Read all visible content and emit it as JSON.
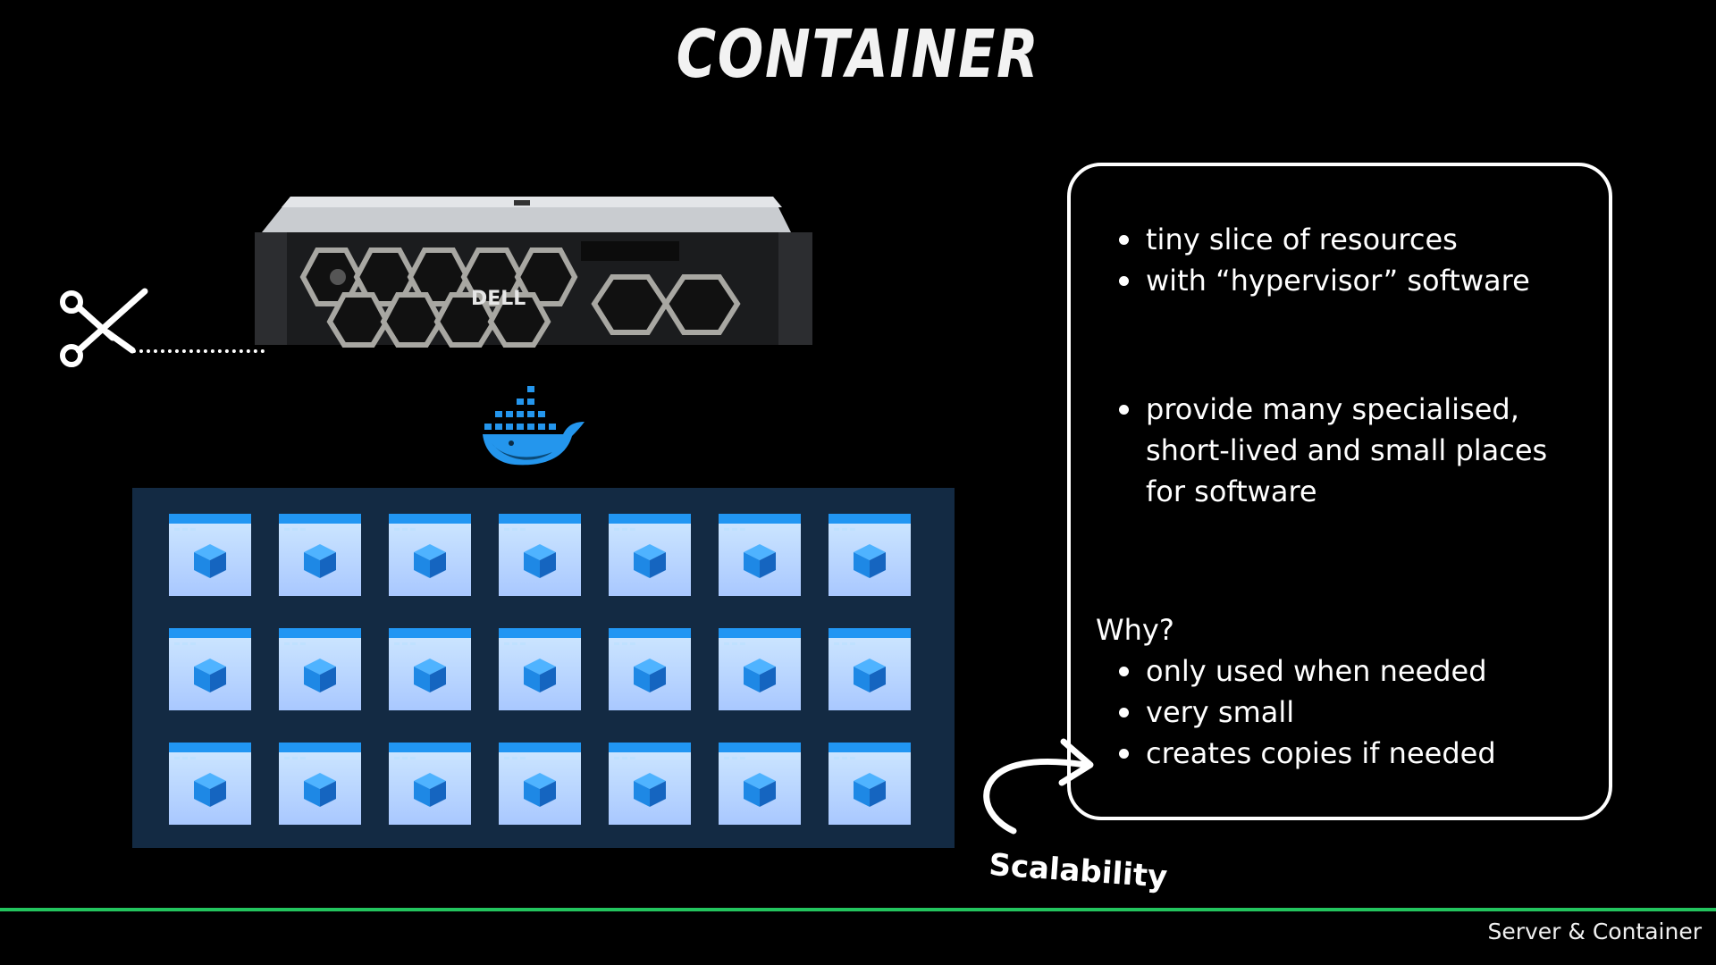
{
  "slide": {
    "title": "Container",
    "footer": "Server & Container"
  },
  "server_image": {
    "brand": "DELL"
  },
  "container_grid": {
    "rows": 3,
    "columns": 7,
    "tile_icon": "cube-icon"
  },
  "info_card": {
    "group1": [
      "tiny slice of resources",
      "with “hypervisor” software"
    ],
    "group2": [
      "provide many specialised,",
      "short-lived and small places",
      "for software"
    ],
    "why_label": "Why?",
    "why_items": [
      "only used when needed",
      "very small",
      "creates copies if needed"
    ]
  },
  "annotation": {
    "label": "Scalability"
  },
  "colors": {
    "background": "#000000",
    "divider": "#23c45e",
    "panel": "#132a43",
    "docker_blue": "#2496ed"
  }
}
